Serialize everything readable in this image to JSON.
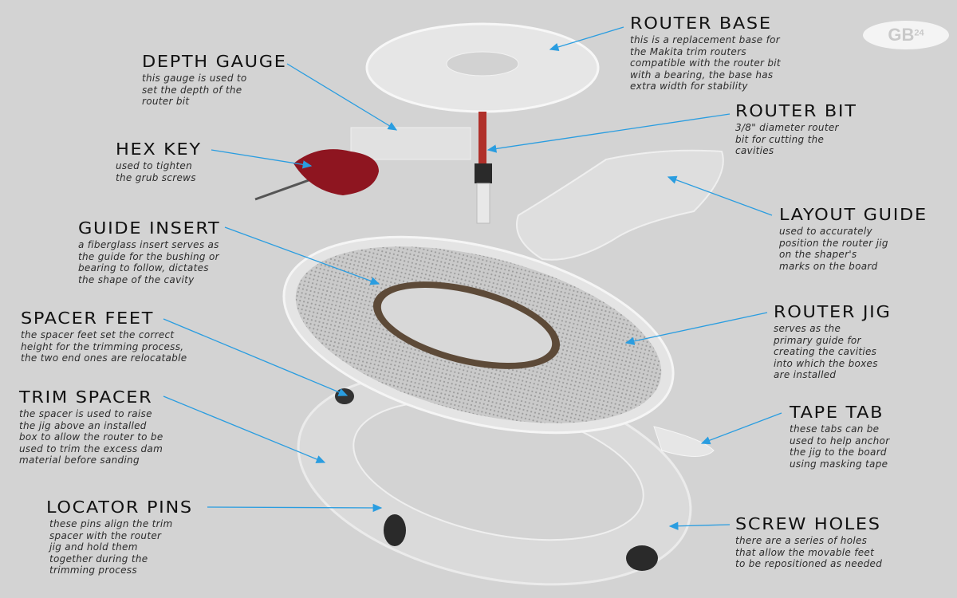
{
  "logo": {
    "text": "GB",
    "superscript": "24"
  },
  "accent_color": "#2a9de0",
  "labels": [
    {
      "id": "router-base",
      "title": "Router Base",
      "desc": "this is a replacement base for\nthe Makita trim routers\ncompatible with the router bit\nwith a bearing, the base has\nextra width for stability"
    },
    {
      "id": "depth-gauge",
      "title": "Depth Gauge",
      "desc": "this gauge is used to\nset the depth of the\nrouter bit"
    },
    {
      "id": "router-bit",
      "title": "Router Bit",
      "desc": "3/8\" diameter router\nbit for cutting the\ncavities"
    },
    {
      "id": "hex-key",
      "title": "Hex Key",
      "desc": "used to tighten\nthe grub screws"
    },
    {
      "id": "layout-guide",
      "title": "Layout Guide",
      "desc": "used to accurately\nposition the router jig\non the shaper's\nmarks on the board"
    },
    {
      "id": "guide-insert",
      "title": "Guide Insert",
      "desc": "a fiberglass insert serves as\nthe guide for the bushing or\nbearing to follow, dictates\nthe shape of the cavity"
    },
    {
      "id": "router-jig",
      "title": "Router Jig",
      "desc": "serves as the\nprimary guide for\ncreating the cavities\ninto which the boxes\nare installed"
    },
    {
      "id": "spacer-feet",
      "title": "Spacer Feet",
      "desc": "the spacer feet set the correct\nheight for the trimming process,\nthe two end ones are relocatable"
    },
    {
      "id": "trim-spacer",
      "title": "Trim Spacer",
      "desc": "the spacer is used to raise\nthe jig above an installed\nbox to allow the router to be\nused to trim the excess dam\nmaterial before sanding"
    },
    {
      "id": "tape-tab",
      "title": "Tape Tab",
      "desc": "these tabs can be\nused to help anchor\nthe jig to the board\nusing masking tape"
    },
    {
      "id": "locator-pins",
      "title": "Locator Pins",
      "desc": "these pins align the trim\nspacer with the router\njig and hold them\ntogether during the\ntrimming process"
    },
    {
      "id": "screw-holes",
      "title": "Screw Holes",
      "desc": "there are a series of holes\nthat allow the movable feet\nto be repositioned as needed"
    }
  ]
}
